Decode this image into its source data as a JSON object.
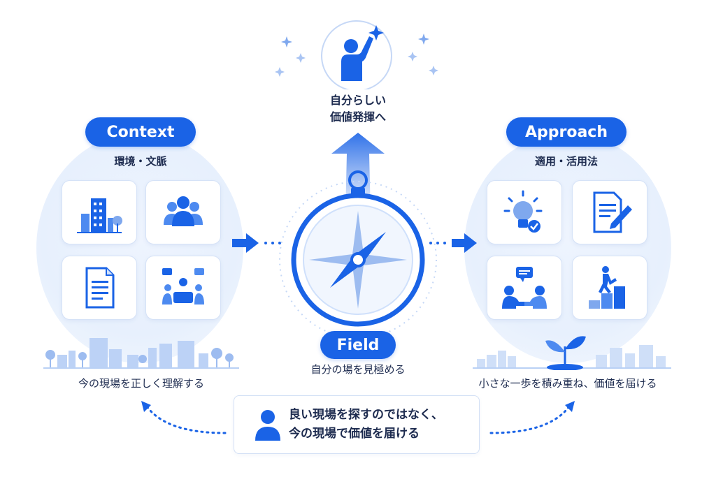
{
  "top": {
    "line1": "自分らしい",
    "line2": "価値発揮へ"
  },
  "context": {
    "title": "Context",
    "subtitle": "環境・文脈",
    "caption": "今の現場を正しく理解する",
    "cards": [
      {
        "icon": "buildings-icon"
      },
      {
        "icon": "people-group-icon"
      },
      {
        "icon": "document-icon"
      },
      {
        "icon": "meeting-icon"
      }
    ]
  },
  "field": {
    "title": "Field",
    "caption": "自分の場を見極める"
  },
  "approach": {
    "title": "Approach",
    "subtitle": "適用・活用法",
    "caption": "小さな一歩を積み重ね、価値を届ける",
    "cards": [
      {
        "icon": "lightbulb-check-icon"
      },
      {
        "icon": "document-pen-icon"
      },
      {
        "icon": "conversation-icon"
      },
      {
        "icon": "climbing-steps-icon"
      }
    ]
  },
  "message": {
    "line1": "良い現場を探すのではなく、",
    "line2": "今の現場で価値を届ける"
  },
  "colors": {
    "primary": "#1a63e6",
    "light": "#e7f0fd",
    "text": "#1d2b4f"
  }
}
